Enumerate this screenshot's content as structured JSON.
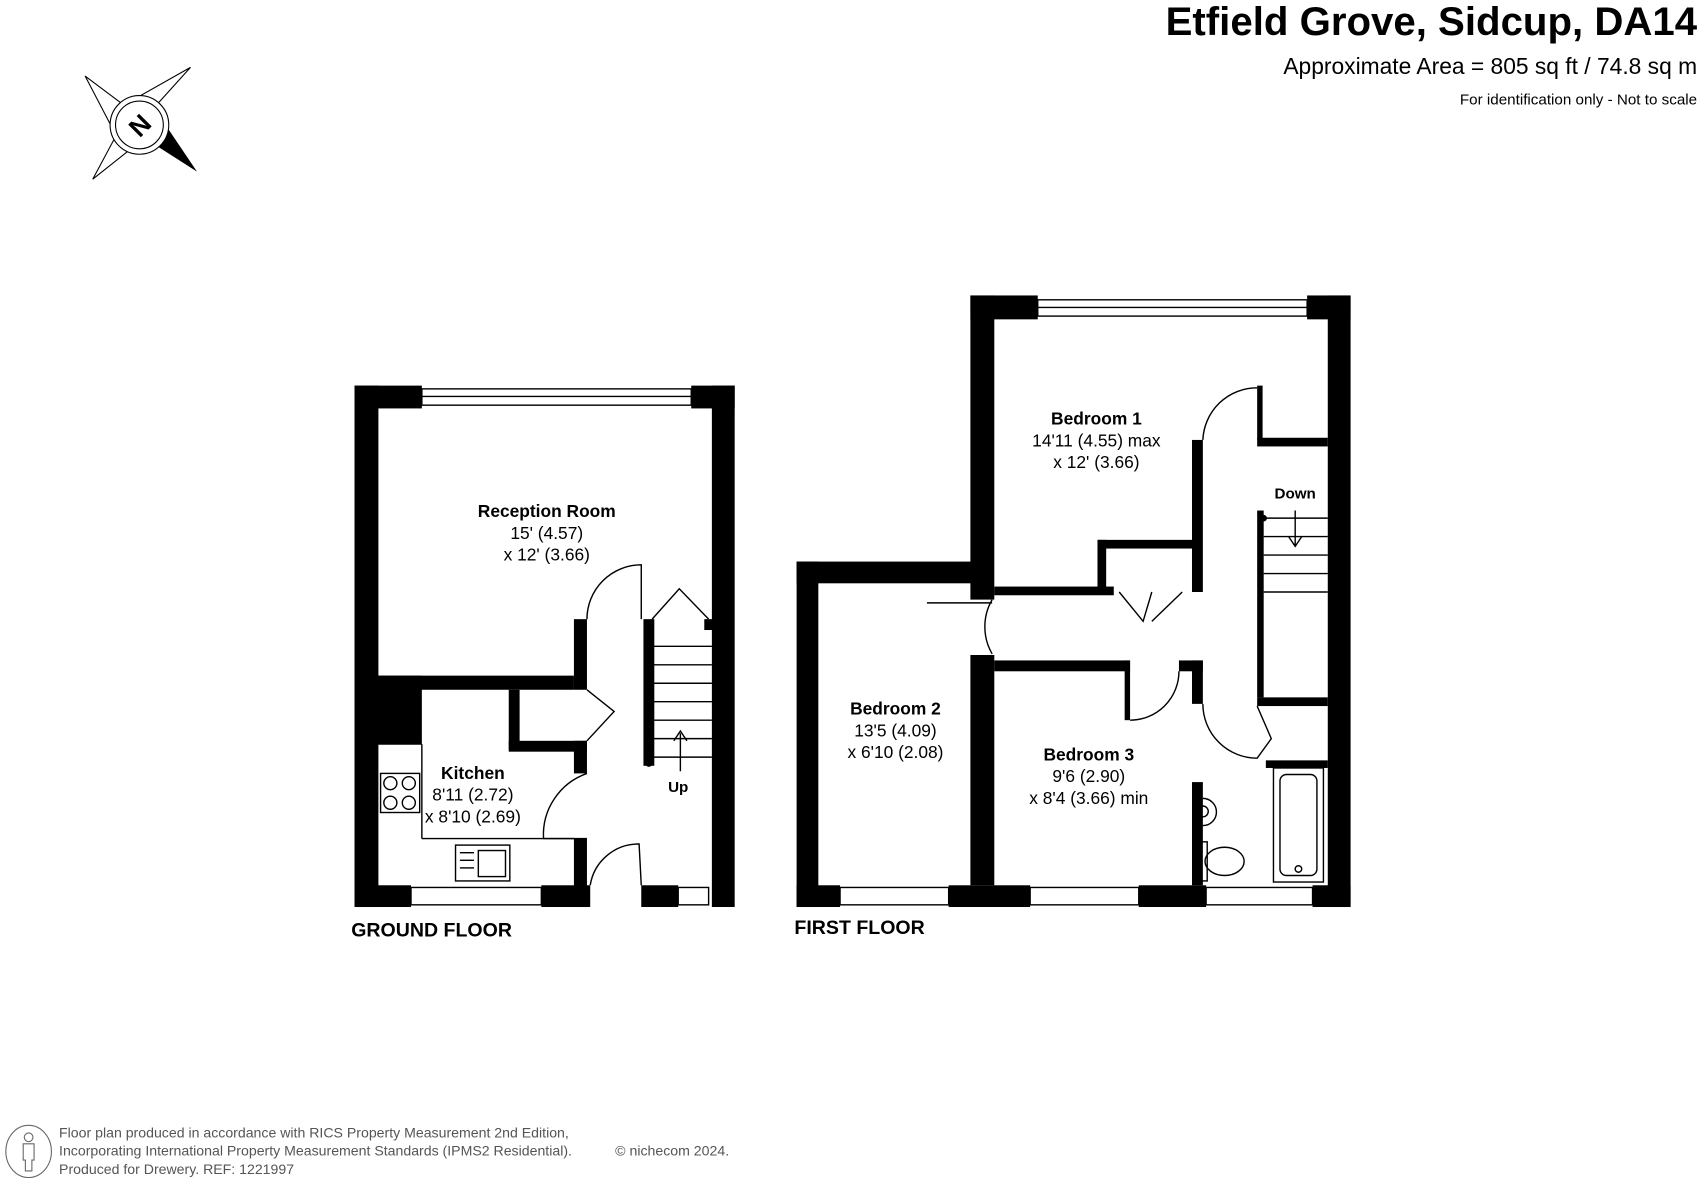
{
  "header": {
    "title": "Etfield Grove, Sidcup, DA14",
    "area": "Approximate Area = 805 sq ft / 74.8 sq m",
    "disclaimer": "For identification only - Not to scale"
  },
  "compass": {
    "label": "N"
  },
  "ground_floor": {
    "label": "GROUND FLOOR",
    "rooms": [
      {
        "name": "Reception Room",
        "dim1": "15' (4.57)",
        "dim2": "x 12' (3.66)"
      },
      {
        "name": "Kitchen",
        "dim1": "8'11 (2.72)",
        "dim2": "x 8'10 (2.69)"
      }
    ],
    "stairs_label": "Up"
  },
  "first_floor": {
    "label": "FIRST FLOOR",
    "rooms": [
      {
        "name": "Bedroom 1",
        "dim1": "14'11 (4.55) max",
        "dim2": "x 12' (3.66)"
      },
      {
        "name": "Bedroom 2",
        "dim1": "13'5 (4.09)",
        "dim2": "x 6'10 (2.08)"
      },
      {
        "name": "Bedroom 3",
        "dim1": "9'6 (2.90)",
        "dim2": "x 8'4 (3.66) min"
      }
    ],
    "stairs_label": "Down"
  },
  "footer": {
    "line1": "Floor plan produced in accordance with RICS Property Measurement 2nd Edition,",
    "line2": "Incorporating International Property Measurement Standards (IPMS2 Residential).",
    "copyright": "© nichecom 2024.",
    "line3": "Produced for Drewery.   REF:   1221997"
  }
}
